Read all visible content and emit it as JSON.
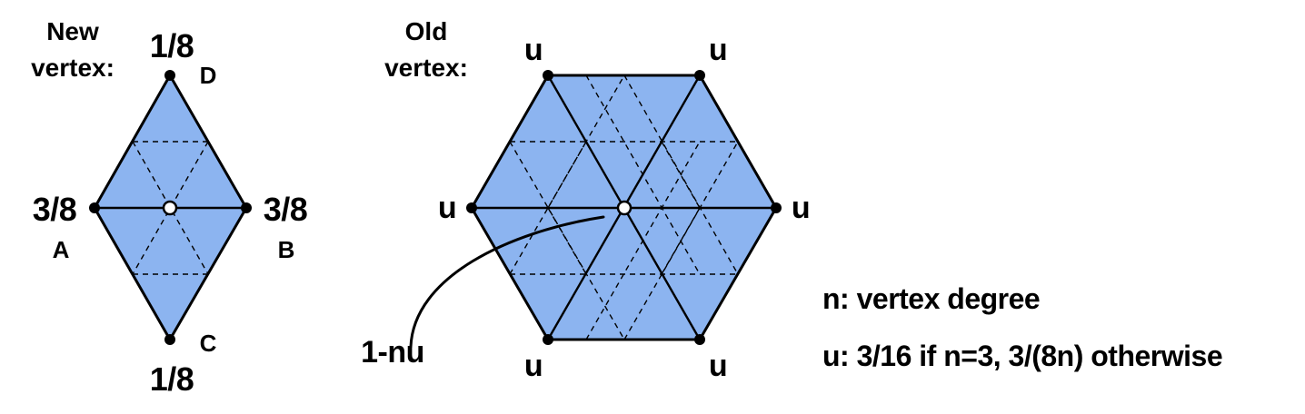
{
  "new_vertex": {
    "heading_line1": "New",
    "heading_line2": "vertex:",
    "top_weight": "1/8",
    "bottom_weight": "1/8",
    "left_weight": "3/8",
    "right_weight": "3/8",
    "label_a": "A",
    "label_b": "B",
    "label_c": "C",
    "label_d": "D"
  },
  "old_vertex": {
    "heading_line1": "Old",
    "heading_line2": "vertex:",
    "neighbor_weight": "u",
    "center_weight": "1-nu"
  },
  "legend": {
    "line1": "n: vertex degree",
    "line2": "u: 3/16 if n=3, 3/(8n) otherwise"
  },
  "colors": {
    "face_fill": "#8cb4f0",
    "edge": "#000000"
  }
}
